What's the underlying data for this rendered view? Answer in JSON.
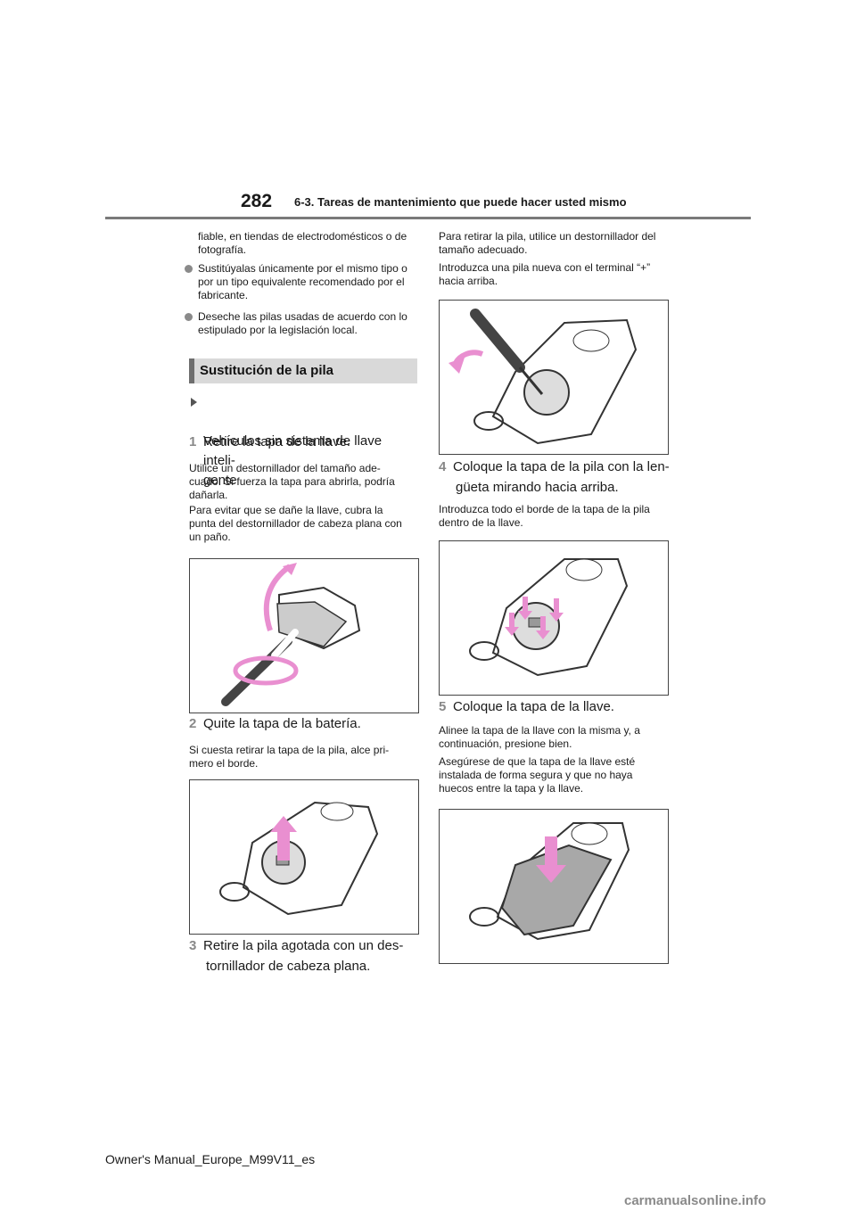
{
  "header": {
    "page_number": "282",
    "section_title": "6-3. Tareas de mantenimiento que puede hacer usted mismo"
  },
  "left_column": {
    "intro_text": "fiable, en tiendas de electrodomésticos o de fotografía.",
    "bullets": [
      "Sustitúyalas únicamente por el mismo tipo o por un tipo equivalente recomendado por el fabricante.",
      "Deseche las pilas usadas de acuerdo con lo estipulado por la legislación local."
    ],
    "subheading": "Sustitución de la pila",
    "condition": "Vehículos sin sistema de llave inteli-\ngente",
    "step1": {
      "num": "1",
      "title": "Retire la tapa de la llave.",
      "notes": [
        "Utilice un destornillador del tamaño ade- cuado. Si fuerza la tapa para abrirla, podría dañarla.",
        "Para evitar que se dañe la llave, cubra la punta del destornillador de cabeza plana con un paño."
      ]
    },
    "step2": {
      "num": "2",
      "title": "Quite la tapa de la batería.",
      "notes": [
        "Si cuesta retirar la tapa de la pila, alce pri- mero el borde."
      ]
    },
    "step3": {
      "num": "3",
      "title": "Retire la pila agotada con un des-",
      "title_cont": "tornillador de cabeza plana."
    }
  },
  "right_column": {
    "step3_notes": [
      "Para retirar la pila, utilice un destornillador del tamaño adecuado.",
      "Introduzca una pila nueva con el terminal “+” hacia arriba."
    ],
    "step4": {
      "num": "4",
      "title": "Coloque la tapa de la pila con la len-",
      "title_cont": "güeta mirando hacia arriba.",
      "notes": [
        "Introduzca todo el borde de la tapa de la pila dentro de la llave."
      ]
    },
    "step5": {
      "num": "5",
      "title": "Coloque la tapa de la llave.",
      "notes": [
        "Alinee la tapa de la llave con la misma y, a continuación, presione bien.",
        "Asegúrese de que la tapa de la llave esté instalada de forma segura y que no haya huecos entre la tapa y la llave."
      ]
    }
  },
  "footer": {
    "text": "Owner's Manual_Europe_M99V11_es"
  },
  "watermark": {
    "text": "carmanualsonline.info"
  },
  "colors": {
    "arrow": "#e98fd0",
    "heading_bg": "#d9d9d9",
    "heading_bar": "#6e6e6e",
    "rule": "#7a7a7a"
  }
}
